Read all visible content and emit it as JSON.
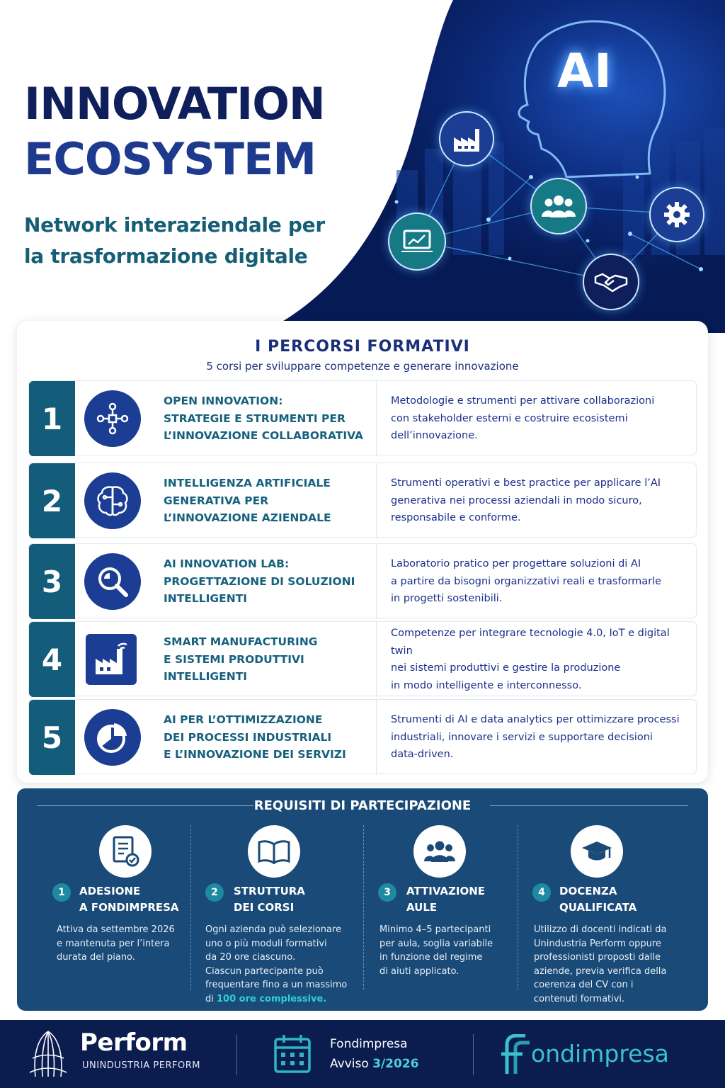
{
  "hero": {
    "title_line1": "INNOVATION",
    "title_line2": "ECOSYSTEM",
    "subtitle_line1": "Network interaziendale per",
    "subtitle_line2": "la trasformazione digitale",
    "ai_label": "AI",
    "icons": [
      "factory-icon",
      "users-icon",
      "gear-icon",
      "analytics-laptop-icon",
      "handshake-icon"
    ]
  },
  "courses": {
    "title": "I PERCORSI FORMATIVI",
    "subtitle": "5 corsi per sviluppare competenze e generare innovazione",
    "items": [
      {
        "number": "1",
        "icon": "network-people-icon",
        "name_lines": [
          "OPEN INNOVATION:",
          "STRATEGIE E STRUMENTI PER",
          "L’INNOVAZIONE COLLABORATIVA"
        ],
        "desc_lines": [
          "Metodologie e strumenti per attivare collaborazioni",
          "con stakeholder esterni e costruire ecosistemi",
          "dell’innovazione."
        ]
      },
      {
        "number": "2",
        "icon": "brain-circuit-icon",
        "name_lines": [
          "INTELLIGENZA ARTIFICIALE",
          "GENERATIVA PER",
          "L’INNOVAZIONE AZIENDALE"
        ],
        "desc_lines": [
          "Strumenti operativi e best practice per applicare l’AI",
          "generativa nei processi aziendali in modo sicuro,",
          "responsabile e conforme."
        ]
      },
      {
        "number": "3",
        "icon": "magnifier-icon",
        "name_lines": [
          "AI INNOVATION LAB:",
          "PROGETTAZIONE DI SOLUZIONI",
          "INTELLIGENTI"
        ],
        "desc_lines": [
          "Laboratorio pratico per progettare soluzioni di AI",
          "a partire da bisogni organizzativi reali e trasformarle",
          "in progetti sostenibili."
        ]
      },
      {
        "number": "4",
        "icon": "smart-factory-icon",
        "name_lines": [
          "SMART MANUFACTURING",
          "E SISTEMI PRODUTTIVI",
          "INTELLIGENTI"
        ],
        "desc_lines": [
          "Competenze per integrare tecnologie 4.0, IoT e digital twin",
          "nei sistemi produttivi e gestire la produzione",
          "in modo intelligente e interconnesso."
        ]
      },
      {
        "number": "5",
        "icon": "pie-chart-icon",
        "name_lines": [
          "AI PER L’OTTIMIZZAZIONE",
          "DEI PROCESSI INDUSTRIALI",
          "E L’INNOVAZIONE DEI SERVIZI"
        ],
        "desc_lines": [
          "Strumenti di AI e data analytics per ottimizzare processi",
          "industriali, innovare i servizi e supportare decisioni",
          "data-driven."
        ]
      }
    ]
  },
  "requirements": {
    "title": "REQUISITI DI PARTECIPAZIONE",
    "items": [
      {
        "number": "1",
        "icon": "document-check-icon",
        "head_lines": [
          "ADESIONE",
          "A FONDIMPRESA"
        ],
        "text_lines": [
          "Attiva da settembre 2026",
          "e mantenuta per l’intera",
          "durata del piano."
        ]
      },
      {
        "number": "2",
        "icon": "open-book-icon",
        "head_lines": [
          "STRUTTURA",
          "DEI CORSI"
        ],
        "text_lines": [
          "Ogni azienda può selezionare",
          "uno o più moduli formativi",
          "da 20 ore ciascuno.",
          "Ciascun partecipante può",
          "frequentare fino a un massimo"
        ],
        "text_last_prefix": "di ",
        "text_highlight": "100 ore complessive."
      },
      {
        "number": "3",
        "icon": "group-icon",
        "head_lines": [
          "ATTIVAZIONE",
          "AULE"
        ],
        "text_lines": [
          "Minimo 4–5 partecipanti",
          "per aula, soglia variabile",
          "in funzione del regime",
          "di aiuti applicato."
        ]
      },
      {
        "number": "4",
        "icon": "graduation-cap-icon",
        "head_lines": [
          "DOCENZA",
          "QUALIFICATA"
        ],
        "text_lines": [
          "Utilizzo di docenti indicati da",
          "Unindustria Perform oppure",
          "professionisti proposti dalle",
          "aziende, previa verifica della",
          "coerenza del CV con i",
          "contenuti formativi."
        ]
      }
    ]
  },
  "footer": {
    "perform_name": "Perform",
    "perform_sub": "UNINDUSTRIA PERFORM",
    "notice_line1": "Fondimpresa",
    "notice_prefix": "Avviso ",
    "notice_number": "3/2026",
    "fondimpresa_logo_rest": "ondimpresa",
    "colors": {
      "navy": "#0b1c4f",
      "teal": "#3bc3c9",
      "course_number_bg": "#135c7a",
      "requirements_bg": "#1a4a77"
    }
  }
}
